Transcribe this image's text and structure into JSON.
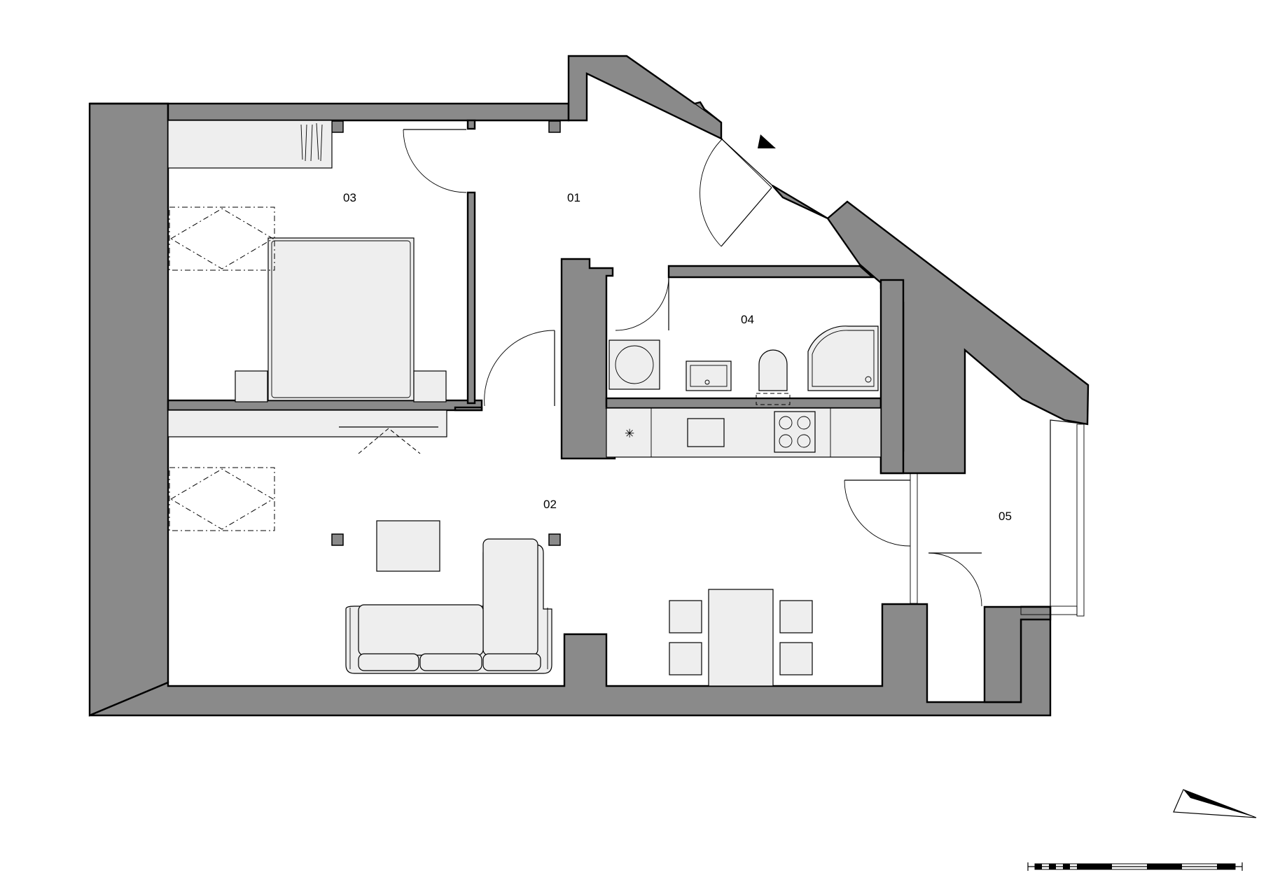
{
  "plan": {
    "rooms": [
      {
        "id": "01"
      },
      {
        "id": "02"
      },
      {
        "id": "03"
      },
      {
        "id": "04"
      },
      {
        "id": "05"
      }
    ],
    "colors": {
      "wall": "#8a8a8a",
      "furniture": "#eeeeee",
      "line": "#000000",
      "background": "#ffffff"
    },
    "icons": [
      "north-arrow-icon",
      "entrance-arrow-icon",
      "scale-bar-icon"
    ]
  }
}
